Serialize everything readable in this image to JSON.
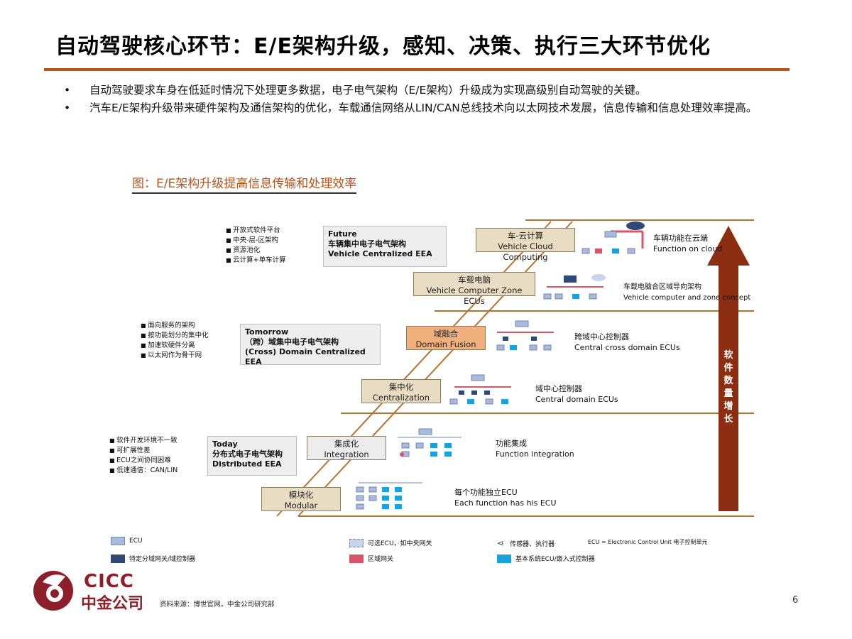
{
  "title": "自动驾驶核心环节：E/E架构升级，感知、决策、执行三大环节优化",
  "bullets": [
    "自动驾驶要求车身在低延时情况下处理更多数据，电子电气架构（E/E架构）升级成为实现高级别自动驾驶的关键。",
    "汽车E/E架构升级带来硬件架构及通信架构的优化，车载通信网络从LIN/CAN总线技术向以太网技术发展，信息传输和信息处理效率提高。"
  ],
  "bullet_marker": "•",
  "figure_title": "图：E/E架构升级提高信息传输和处理效率",
  "stages": [
    {
      "cn": "模块化",
      "en": "Modular",
      "color": "#e8dcc2",
      "desc_cn": "每个功能独立ECU",
      "desc_en": "Each function has his ECU"
    },
    {
      "cn": "集成化",
      "en": "Integration",
      "color": "#ececec",
      "desc_cn": "功能集成",
      "desc_en": "Function integration"
    },
    {
      "cn": "集中化",
      "en": "Centralization",
      "color": "#e8dcc2",
      "desc_cn": "域中心控制器",
      "desc_en": "Central domain ECUs"
    },
    {
      "cn": "域融合",
      "en": "Domain Fusion",
      "color": "#f0b07c",
      "desc_cn": "跨域中心控制器",
      "desc_en": "Central cross domain ECUs"
    },
    {
      "cn": "车载电脑",
      "en": "Vehicle Computer Zone ECUs",
      "color": "#e8dcc2",
      "desc_cn": "车载电脑合区域导向架构",
      "desc_en": "Vehicle computer and zone concept"
    },
    {
      "cn": "车-云计算",
      "en": "Vehicle Cloud Computing",
      "color": "#e8dcc2",
      "desc_cn": "车辆功能在云端",
      "desc_en": "Function on cloud"
    }
  ],
  "eras": [
    {
      "line1": "Today",
      "line2": "分布式电子电气架构",
      "line3": "Distributed EEA",
      "features": [
        "软件开发环境不一致",
        "可扩展性差",
        "ECU之间协同困难",
        "低速通信：CAN/LIN"
      ]
    },
    {
      "line1": "Tomorrow",
      "line2": "（跨）域集中电子电气架构",
      "line3": "(Cross) Domain Centralized EEA",
      "features": [
        "面向服务的架构",
        "按功能划分的集中化",
        "加速软硬件分离",
        "以太网作为骨干网"
      ]
    },
    {
      "line1": "Future",
      "line2": "车辆集中电子电气架构",
      "line3": "Vehicle Centralized EEA",
      "features": [
        "开放式软件平台",
        "中央-层-区架构",
        "资源池化",
        "云计算+单车计算"
      ]
    }
  ],
  "axis_label": "软件数量增长",
  "legend": [
    {
      "label": "ECU",
      "swatch": "ecu"
    },
    {
      "label": "特定分域网关/域控制器",
      "swatch": "gw"
    },
    {
      "label": "可选ECU，如中央网关",
      "swatch": "opt"
    },
    {
      "label": "区域网关",
      "swatch": "zone"
    },
    {
      "label": "传感器、执行器",
      "swatch": "sensor"
    },
    {
      "label": "基本系统ECU/嵌入式控制器",
      "swatch": "emb"
    },
    {
      "label": "ECU = Electronic Control Unit  电子控制单元",
      "swatch": "none"
    }
  ],
  "colors": {
    "accent": "#b5531b",
    "arrow": "#8b2e12",
    "brand": "#8d1f2a",
    "ecu": "#a9bbdc",
    "gateway": "#2f4a77",
    "zone": "#d9546b",
    "embedded": "#19a3dd"
  },
  "logo": {
    "latin": "CICC",
    "cn": "中金公司"
  },
  "source": "资料来源：博世官网，中金公司研究部",
  "page_number": "6"
}
